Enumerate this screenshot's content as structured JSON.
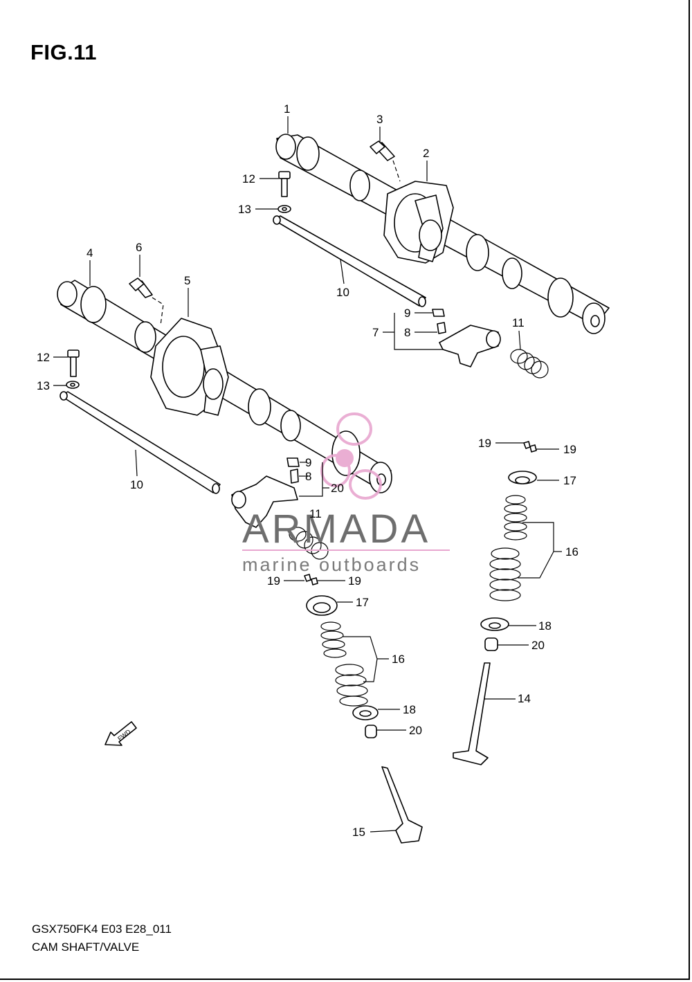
{
  "figure_title": "FIG.11",
  "footer": {
    "code": "GSX750FK4 E03 E28_011",
    "title": "CAM SHAFT/VALVE"
  },
  "watermark": {
    "word": "ARMADA",
    "sub": "marine outboards",
    "logo_color": "#e8a6cf"
  },
  "fwd_label": "FWD",
  "callouts": {
    "c1": "1",
    "c2": "2",
    "c3": "3",
    "c4": "4",
    "c5": "5",
    "c6": "6",
    "c7": "7",
    "c8a": "8",
    "c8b": "8",
    "c9a": "9",
    "c9b": "9",
    "c10a": "10",
    "c10b": "10",
    "c11a": "11",
    "c11b": "11",
    "c12a": "12",
    "c12b": "12",
    "c13a": "13",
    "c13b": "13",
    "c14": "14",
    "c15": "15",
    "c16a": "16",
    "c16b": "16",
    "c17a": "17",
    "c17b": "17",
    "c18a": "18",
    "c18b": "18",
    "c19a": "19",
    "c19b": "19",
    "c19c": "19",
    "c19d": "19",
    "c20a": "20",
    "c20b": "20",
    "c20c": "20"
  }
}
